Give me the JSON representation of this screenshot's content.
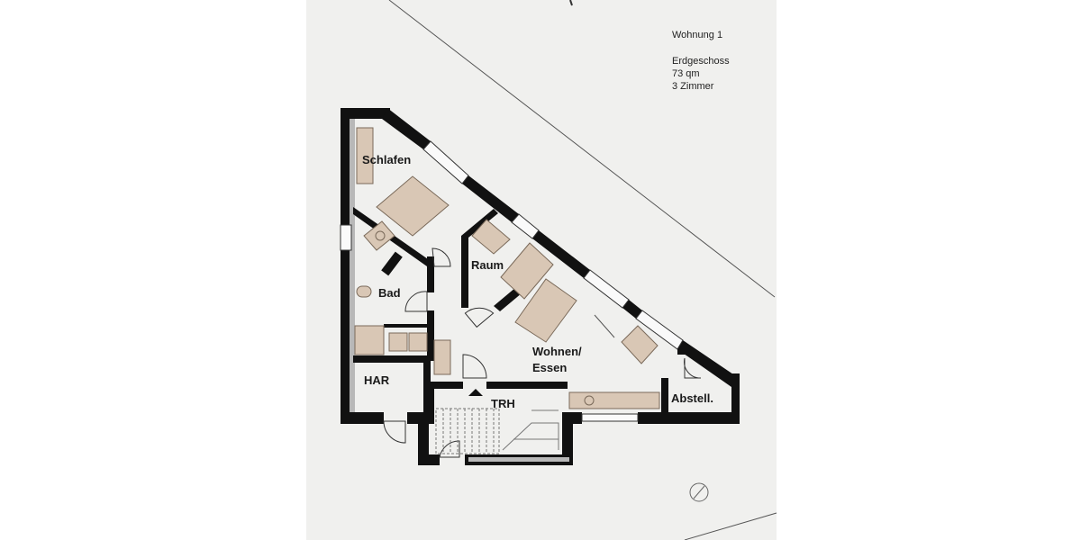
{
  "info": {
    "unit": "Wohnung 1",
    "floor": "Erdgeschoss",
    "area": "73 qm",
    "rooms_count": "3 Zimmer"
  },
  "rooms": {
    "schlafen": "Schlafen",
    "raum": "Raum",
    "bad": "Bad",
    "wohnen_line1": "Wohnen/",
    "wohnen_line2": "Essen",
    "har": "HAR",
    "trh": "TRH",
    "abstell": "Abstell."
  },
  "colors": {
    "background": "#f0f0ee",
    "wall": "#111111",
    "wall_inner": "#b8b8b8",
    "furniture": "#d9c7b5",
    "furniture_stroke": "#7a6a5a"
  }
}
